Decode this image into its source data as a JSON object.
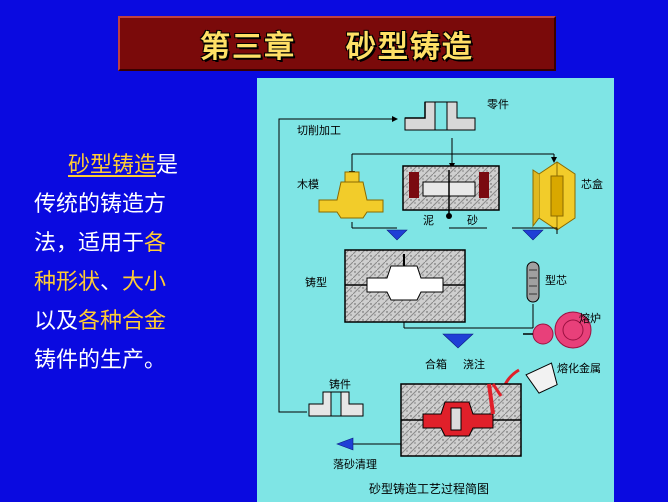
{
  "title": "第三章    砂型铸造",
  "intro": {
    "term": "砂型铸造",
    "line1_rest": "是",
    "line2": "传统的铸造方",
    "line3a": "法，适用于",
    "line3b": "各",
    "line4a": "种形状",
    "line4b": "、",
    "line4c": "大小",
    "line5a": "以及",
    "line5b": "各种合金",
    "line6": "铸件的生产。"
  },
  "diagram": {
    "caption": "砂型铸造工艺过程简图",
    "labels": {
      "part": "零件",
      "machining": "切削加工",
      "wood_pattern": "木模",
      "core_box": "芯盒",
      "sand": "泥",
      "sand2": "砂",
      "mold": "铸型",
      "core": "型芯",
      "furnace": "熔炉",
      "assemble": "合箱",
      "pour": "浇注",
      "molten_metal": "熔化金属",
      "casting": "铸件",
      "cleaning": "落砂清理"
    }
  },
  "colors": {
    "background": "#0a0ae0",
    "title_bar": "#7a0a0a",
    "title_text": "#ffe066",
    "highlight": "#ffcc33",
    "diagram_bg": "#7fe5e5",
    "pattern_yellow": "#f2cc2a",
    "flask_gray": "#c8c8c8",
    "molten_red": "#e0202a",
    "furnace_magenta": "#e8407a",
    "arrow_blue": "#1f3fd6"
  }
}
